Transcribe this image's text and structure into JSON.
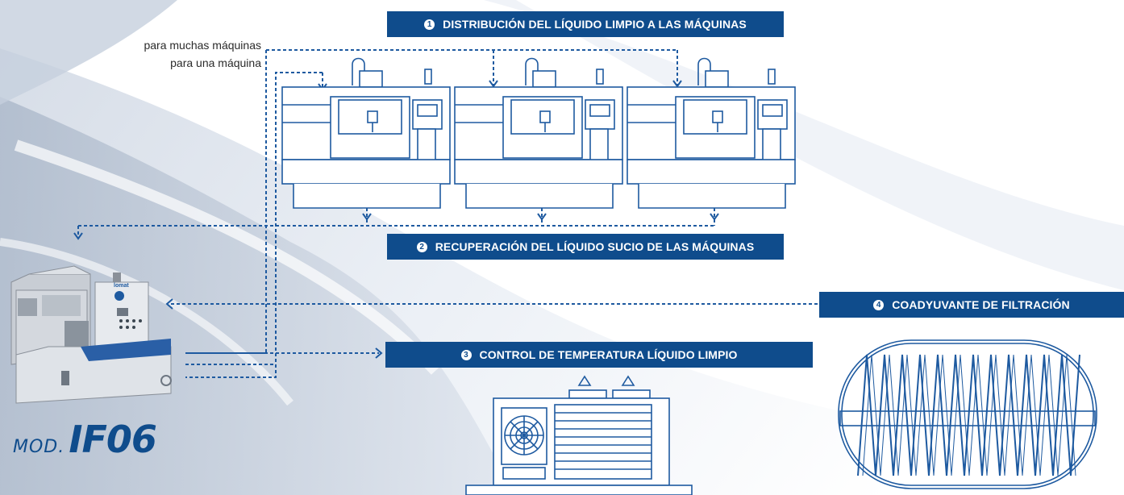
{
  "steps": [
    {
      "number": "1",
      "label": "DISTRIBUCIÓN DEL LÍQUIDO LIMPIO A LAS MÁQUINAS"
    },
    {
      "number": "2",
      "label": "RECUPERACIÓN DEL LÍQUIDO SUCIO DE LAS MÁQUINAS"
    },
    {
      "number": "3",
      "label": "CONTROL DE TEMPERATURA LÍQUIDO LIMPIO"
    },
    {
      "number": "4",
      "label": "COADYUVANTE DE FILTRACIÓN"
    }
  ],
  "notes": {
    "many_machines": "para muchas máquinas",
    "one_machine": "para una máquina"
  },
  "model": {
    "prefix": "MOD.",
    "code": "IF06"
  },
  "unit_brand": "lomat",
  "colors": {
    "accent": "#0f4c8c",
    "line": "#1e5aa0",
    "text": "#2b2b2b"
  }
}
